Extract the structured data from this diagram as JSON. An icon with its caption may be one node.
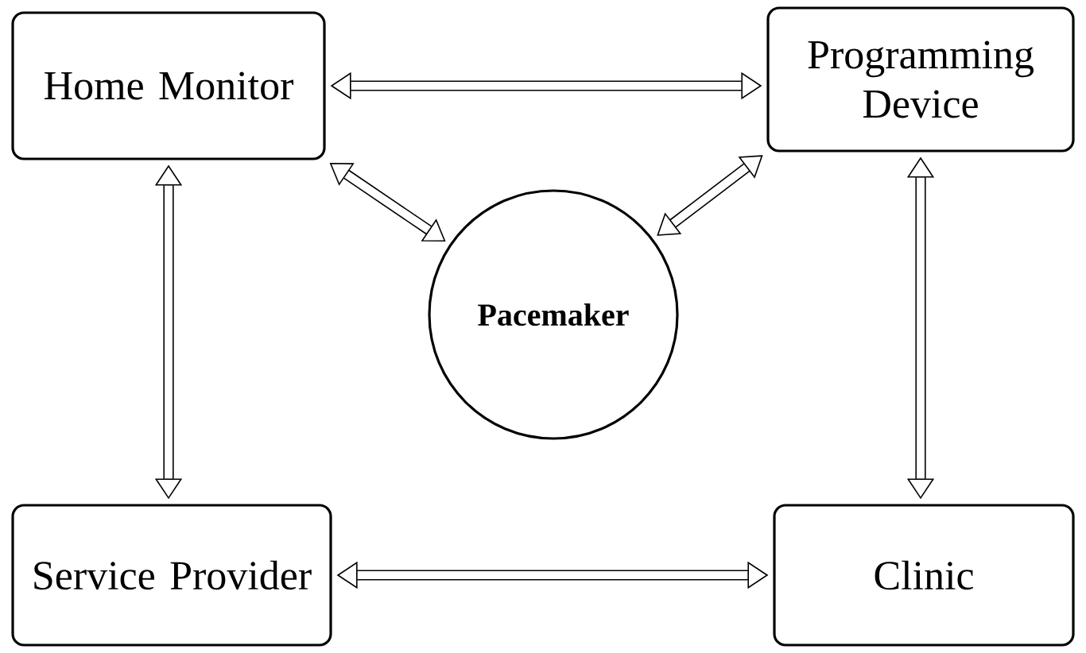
{
  "diagram": {
    "nodes": [
      {
        "text": [
          "Home Monitor"
        ]
      },
      {
        "text": [
          "Programming Device"
        ]
      },
      {
        "text": [
          "Pacemaker"
        ]
      },
      {
        "text": [
          "Service Provider"
        ]
      },
      {
        "text": [
          "Clinic"
        ]
      }
    ],
    "edges": [
      {
        "from": 0,
        "to": 1,
        "arrow": "both"
      },
      {
        "from": 0,
        "to": 2,
        "arrow": "both"
      },
      {
        "from": 1,
        "to": 2,
        "arrow": "both"
      },
      {
        "from": 0,
        "to": 3,
        "arrow": "both"
      },
      {
        "from": 1,
        "to": 4,
        "arrow": "both"
      },
      {
        "from": 3,
        "to": 4,
        "arrow": "both"
      }
    ]
  }
}
